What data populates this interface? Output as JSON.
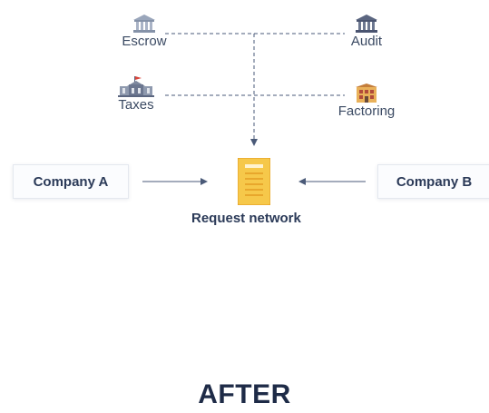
{
  "nodes": {
    "escrow": {
      "label": "Escrow",
      "icon": "bank-icon"
    },
    "audit": {
      "label": "Audit",
      "icon": "bank-icon"
    },
    "taxes": {
      "label": "Taxes",
      "icon": "government-building-icon"
    },
    "factoring": {
      "label": "Factoring",
      "icon": "building-icon"
    }
  },
  "company_a": {
    "label": "Company A"
  },
  "company_b": {
    "label": "Company B"
  },
  "center": {
    "label": "Request network",
    "icon": "document-icon"
  },
  "title": "AFTER",
  "colors": {
    "line": "#4a5a78",
    "doc": "#f6c84a",
    "doc_dark": "#e8a72c",
    "text": "#2b3a58"
  }
}
